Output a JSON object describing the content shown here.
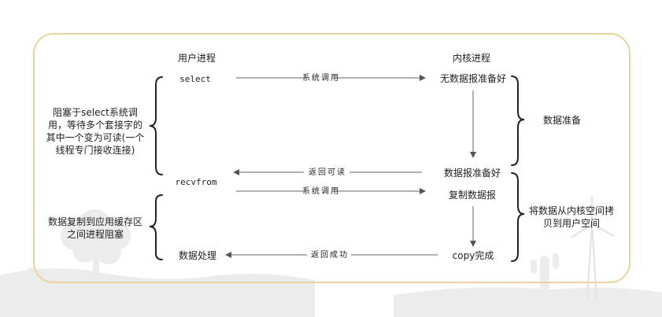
{
  "diagram": {
    "user_process_header": "用户进程",
    "kernel_process_header": "内核进程",
    "user_steps": {
      "select": "select",
      "recvfrom": "recvfrom",
      "process_data": "数据处理"
    },
    "kernel_steps": {
      "no_data_ready": "无数据报准备好",
      "data_ready": "数据报准备好",
      "copy_datagram": "复制数据报",
      "copy_done": "copy完成"
    },
    "arrows": {
      "syscall_1": "系统调用",
      "return_readable": "返回可读",
      "syscall_2": "系统调用",
      "return_success": "返回成功"
    },
    "notes": {
      "blocked_on_select": "阻塞于select系统调用，等待多个套接字的其中一个变为可读(一个线程专门接收连接)",
      "blocked_copy": "数据复制到应用缓存区之间进程阻塞",
      "data_preparation": "数据准备",
      "copy_kernel_to_user": "将数据从内核空间拷贝到用户空间"
    }
  }
}
